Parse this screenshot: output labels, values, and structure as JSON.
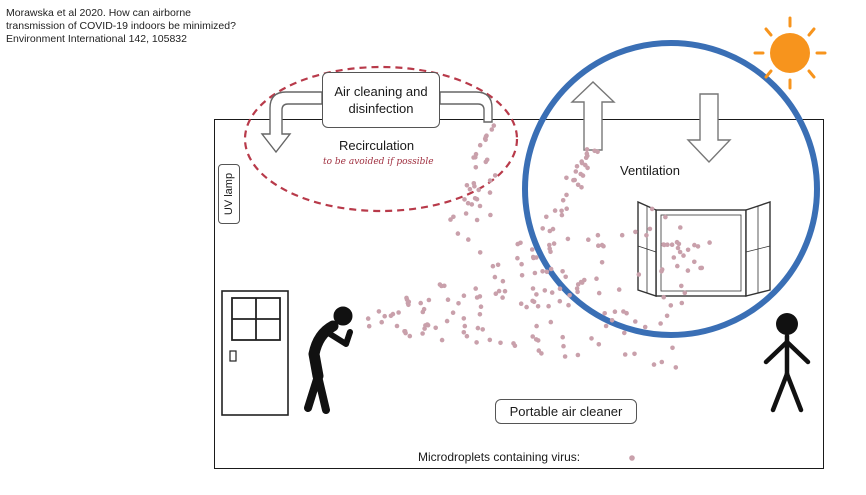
{
  "citation": "Morawska et al 2020. How can airborne transmission of COVID-19 indoors be minimized? Environment International 142, 105832",
  "labels": {
    "air_cleaning": "Air cleaning and disinfection",
    "recirculation": "Recirculation",
    "recirculation_note": "to be avoided if possible",
    "ventilation": "Ventilation",
    "uv_lamp": "UV lamp",
    "portable_air_cleaner": "Portable air cleaner",
    "legend": "Microdroplets containing virus:"
  },
  "colors": {
    "droplet": "#c9a0ab",
    "recirculation_ellipse": "#b83a4a",
    "ventilation_circle": "#3a6fb5",
    "sun": "#f7941d",
    "figure": "#111111"
  },
  "icons": {
    "sun": "sun-icon",
    "window": "window-icon",
    "door": "door-icon",
    "infected_person": "coughing-person-icon",
    "healthy_person": "standing-person-icon"
  }
}
